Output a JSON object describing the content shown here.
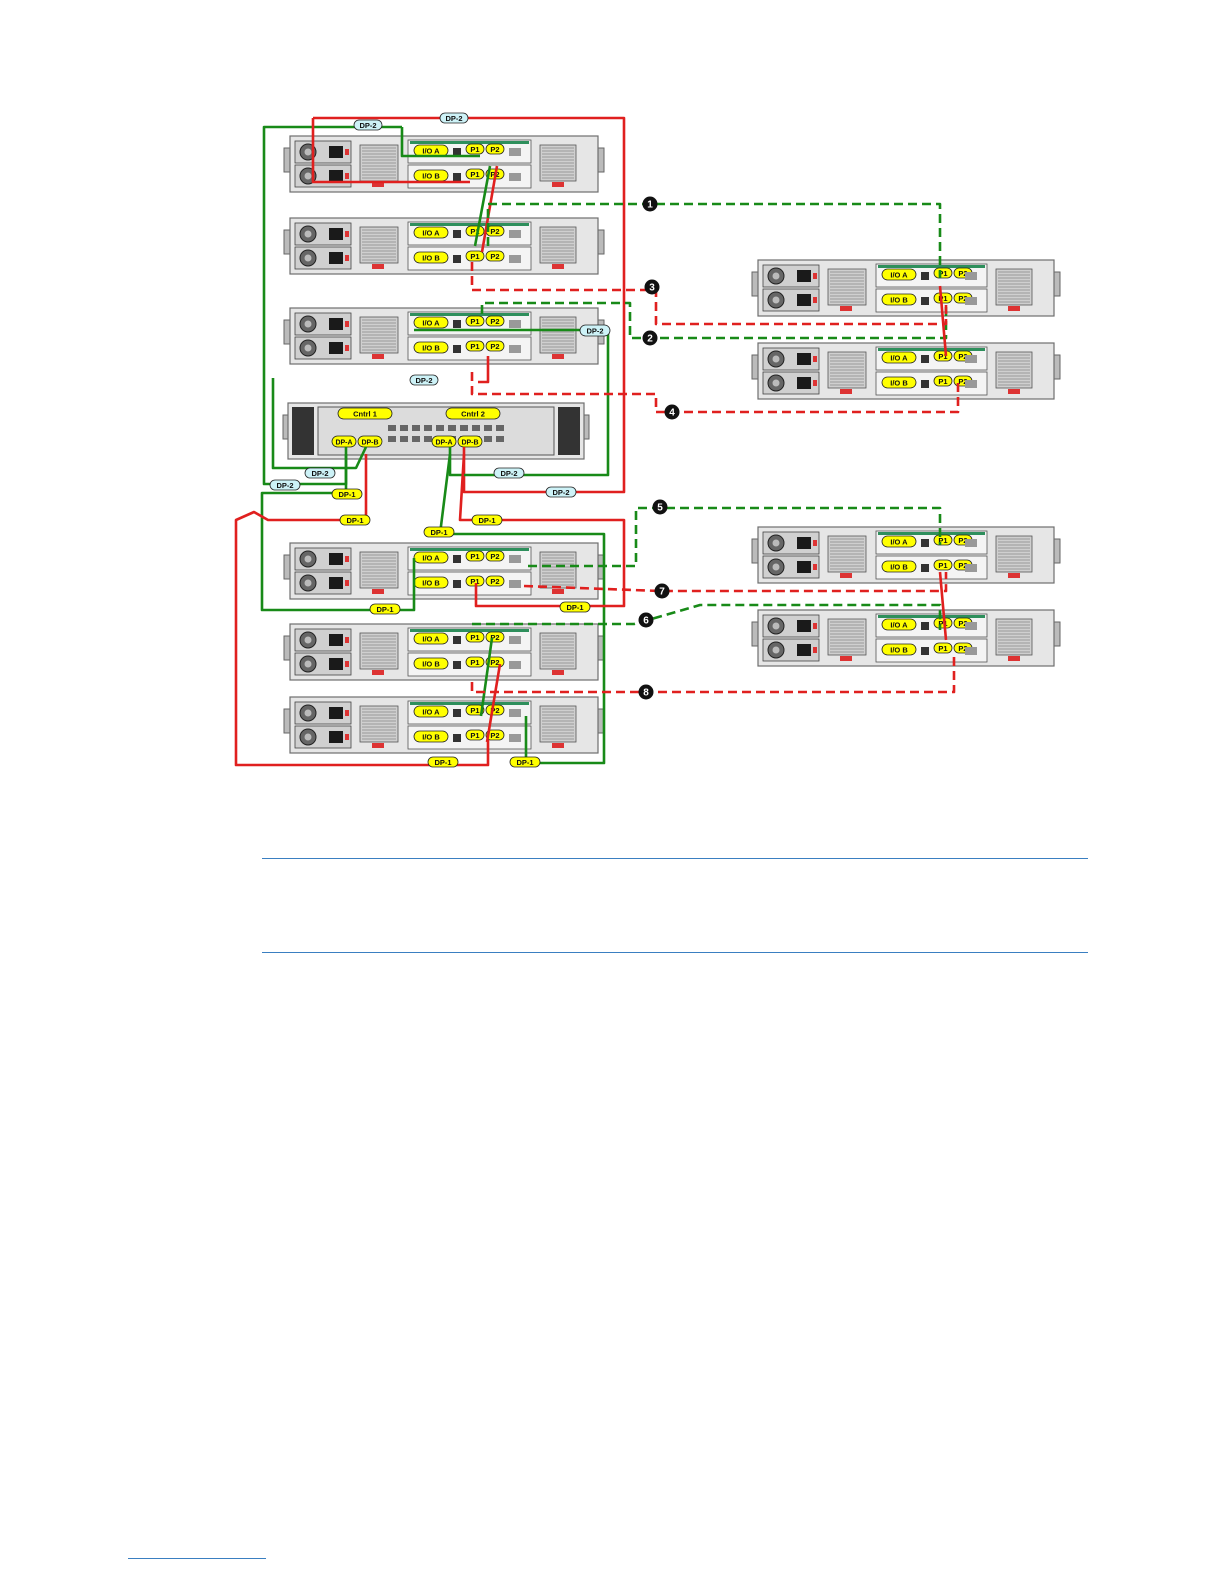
{
  "colors": {
    "green": "#188a18",
    "red": "#e0201f",
    "chassis": "#e6e6e6",
    "chassis_edge": "#6e6e6e",
    "yellow_label": "#ffff00",
    "cyan_label": "#cdf2f7",
    "rule": "#3a7fc1"
  },
  "labels": {
    "io_a": "I/O A",
    "io_b": "I/O B",
    "p1": "P1",
    "p2": "P2",
    "cntrl1": "Cntrl 1",
    "cntrl2": "Cntrl 2",
    "dp_a": "DP-A",
    "dp_b": "DP-B",
    "dp1": "DP-1",
    "dp2": "DP-2"
  },
  "callouts": [
    "1",
    "2",
    "3",
    "4",
    "5",
    "6",
    "7",
    "8"
  ]
}
